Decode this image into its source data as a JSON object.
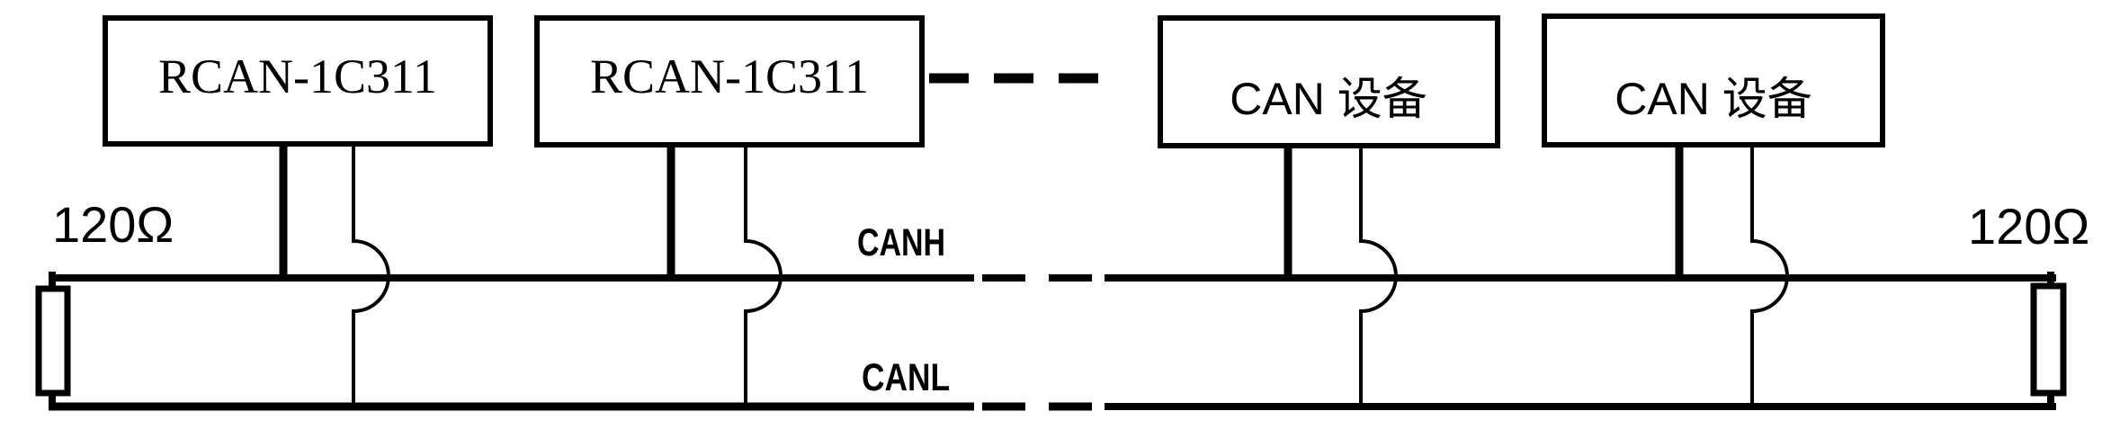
{
  "diagram": {
    "devices": [
      {
        "label": "RCAN-1C311"
      },
      {
        "label": "RCAN-1C311"
      },
      {
        "label": "CAN 设备"
      },
      {
        "label": "CAN 设备"
      }
    ],
    "signals": {
      "high": "CANH",
      "low": "CANL"
    },
    "terminators": {
      "left": "120Ω",
      "right": "120Ω"
    },
    "colors": {
      "line": "#000000",
      "text": "#000000",
      "background": "#ffffff"
    }
  }
}
